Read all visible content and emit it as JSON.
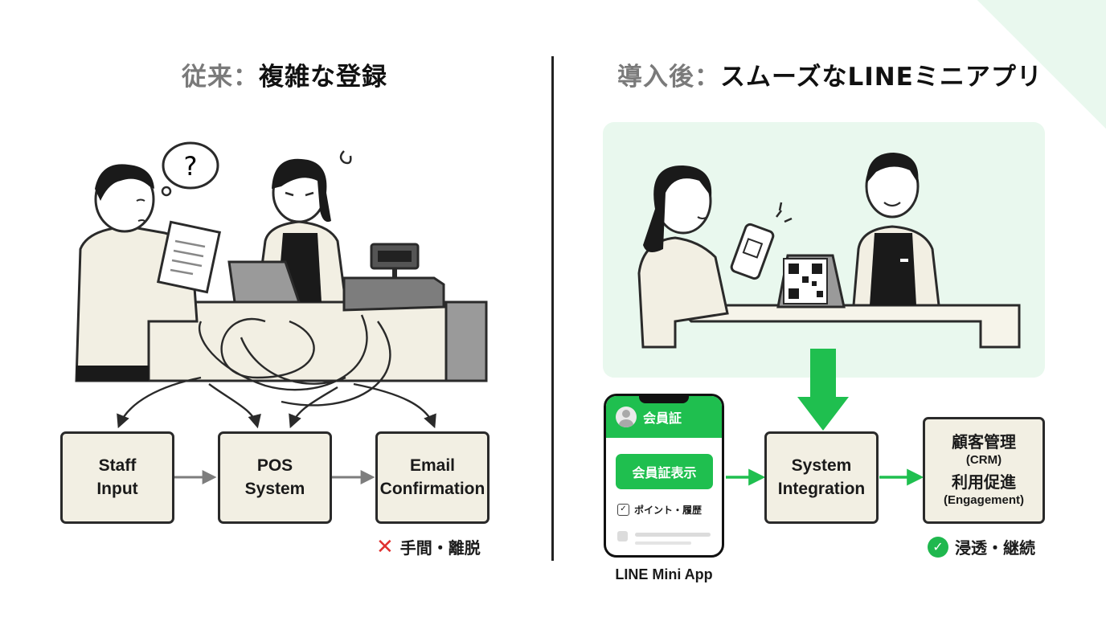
{
  "left": {
    "title_prefix": "従来：",
    "title_main": "複雑な登録",
    "boxes": {
      "staff": "Staff\nInput",
      "pos": "POS\nSystem",
      "email": "Email\nConfirmation"
    },
    "thought_bubble": "?",
    "outcome": "手間・離脱"
  },
  "right": {
    "title_prefix": "導入後：",
    "title_main": "スムーズなLINEミニアプリ",
    "phone": {
      "header": "会員証",
      "button": "会員証表示",
      "row": "ポイント・履歴",
      "caption": "LINE Mini App"
    },
    "integration_box": "System\nIntegration",
    "crm_box": {
      "line1": "顧客管理",
      "line2": "(CRM)",
      "line3": "利用促進",
      "line4": "(Engagement)"
    },
    "outcome": "浸透・継続"
  },
  "colors": {
    "accent_green": "#1fbf4f",
    "scene_green_bg": "#e9f8ee",
    "box_fill": "#f2efe3",
    "error_red": "#e0302f"
  },
  "icons": {
    "fail": "x-icon",
    "success": "check-circle-icon"
  }
}
